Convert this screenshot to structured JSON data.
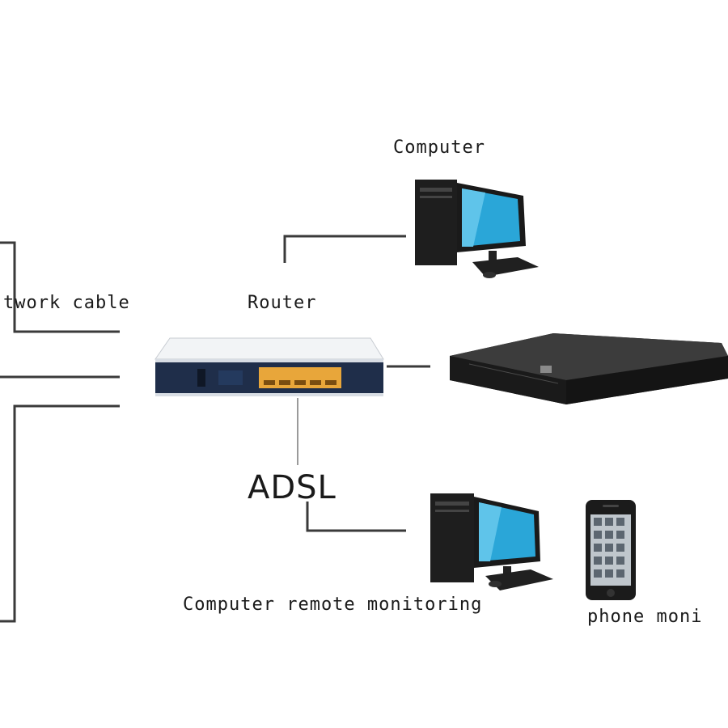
{
  "labels": {
    "computer": "Computer",
    "network_cable": "twork cable",
    "router": "Router",
    "adsl": "ADSL",
    "computer_remote": "Computer remote monitoring",
    "phone_monitoring": "phone moni"
  },
  "icons": {
    "computer_top": "desktop-computer-icon",
    "router": "router-icon",
    "dvr": "dvr-recorder-icon",
    "computer_bottom": "desktop-computer-icon",
    "phone": "smartphone-icon"
  },
  "colors": {
    "wire": "#3a3a3a",
    "router_body": "#1f2e4a",
    "router_ports": "#e8a63a",
    "monitor_screen": "#2aa6d8",
    "device_dark": "#1e1e1e"
  }
}
